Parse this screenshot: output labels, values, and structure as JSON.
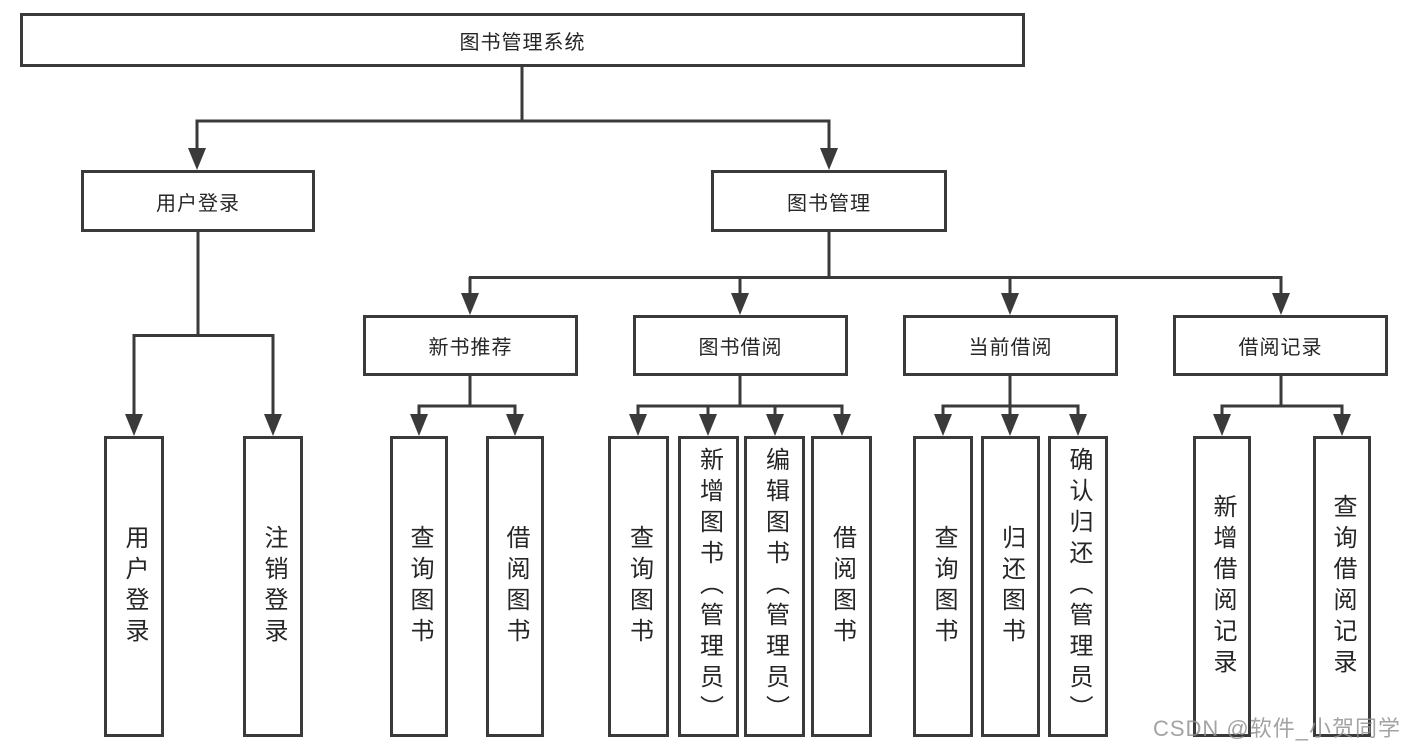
{
  "tree": {
    "root": {
      "label": "图书管理系统"
    },
    "branches": [
      {
        "label": "用户登录",
        "children": [
          "用户登录",
          "注销登录"
        ]
      },
      {
        "label": "图书管理",
        "children": [
          {
            "label": "新书推荐",
            "children": [
              "查询图书",
              "借阅图书"
            ]
          },
          {
            "label": "图书借阅",
            "children": [
              "查询图书",
              "新增图书（管理员）",
              "编辑图书（管理员）",
              "借阅图书"
            ]
          },
          {
            "label": "当前借阅",
            "children": [
              "查询图书",
              "归还图书",
              "确认归还（管理员）"
            ]
          },
          {
            "label": "借阅记录",
            "children": [
              "新增借阅记录",
              "查询借阅记录"
            ]
          }
        ]
      }
    ]
  },
  "watermark": "CSDN @软件_小贺同学",
  "colors": {
    "line": "#3a3a3a",
    "text": "#262626",
    "background": "#ffffff",
    "watermark": "#8f8f8f"
  }
}
